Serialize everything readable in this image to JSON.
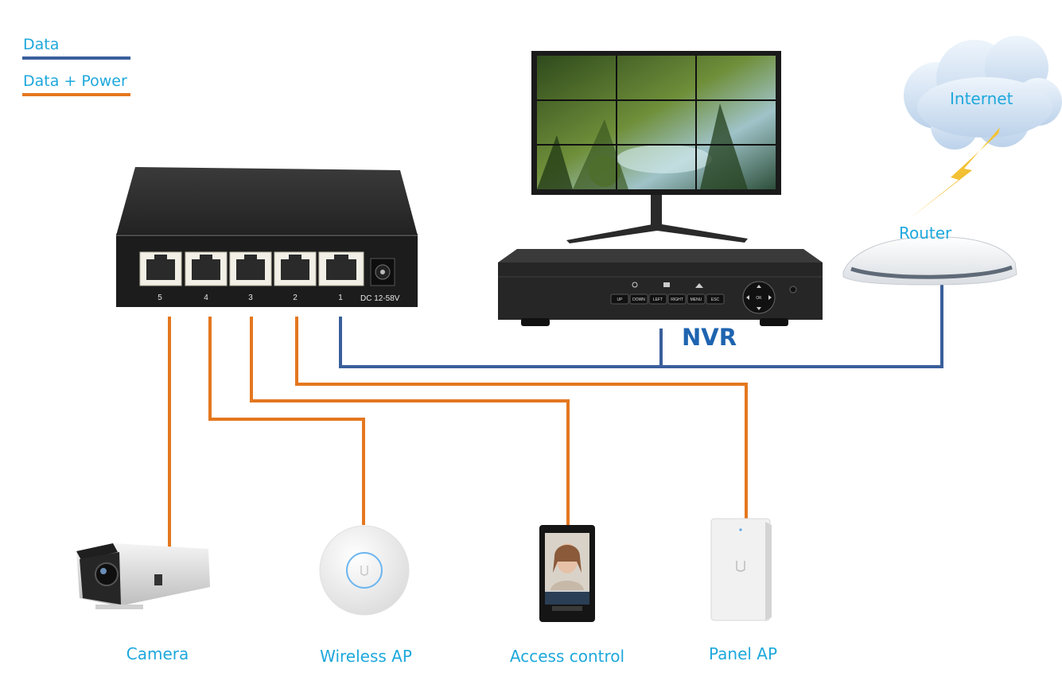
{
  "legend": {
    "data_label": "Data",
    "data_power_label": "Data + Power"
  },
  "colors": {
    "data_line": "#3a5f9c",
    "data_power_line": "#e4771f",
    "label_text": "#1ea8dc",
    "nvr_label": "#1e64b0"
  },
  "switch": {
    "power_label": "DC 12-58V",
    "ports": [
      "5",
      "4",
      "3",
      "2",
      "1"
    ]
  },
  "nvr": {
    "label": "NVR",
    "buttons": [
      "UP",
      "DOWN",
      "LEFT",
      "RIGHT",
      "MENU",
      "ESC"
    ],
    "dpad_center": "OK"
  },
  "router": {
    "label": "Router"
  },
  "internet": {
    "label": "Internet"
  },
  "devices": [
    {
      "label": "Camera"
    },
    {
      "label": "Wireless AP"
    },
    {
      "label": "Access control"
    },
    {
      "label": "Panel AP"
    }
  ]
}
